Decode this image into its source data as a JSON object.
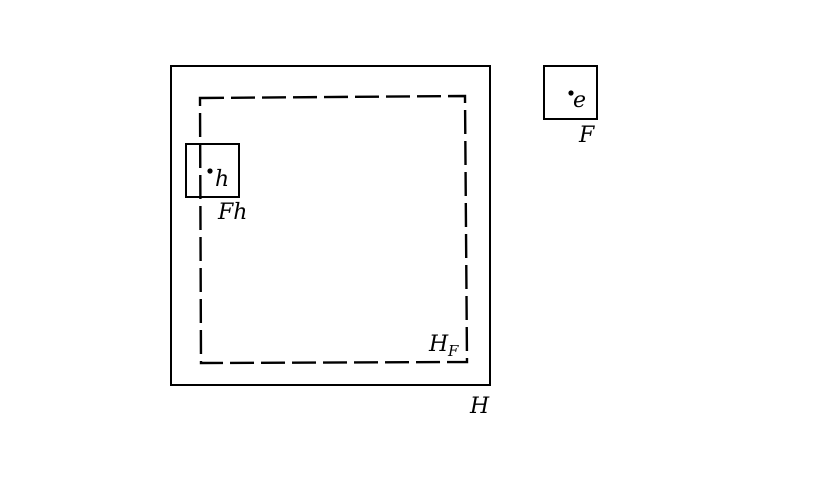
{
  "labels": {
    "big_square": "H",
    "dashed_square_main": "H",
    "dashed_square_sub": "F",
    "small_square_left_point": "h",
    "small_square_left_caption": "Fh",
    "small_square_right_point": "e",
    "small_square_right_caption": "F"
  },
  "colors": {
    "stroke": "#000000",
    "background": "#ffffff"
  }
}
